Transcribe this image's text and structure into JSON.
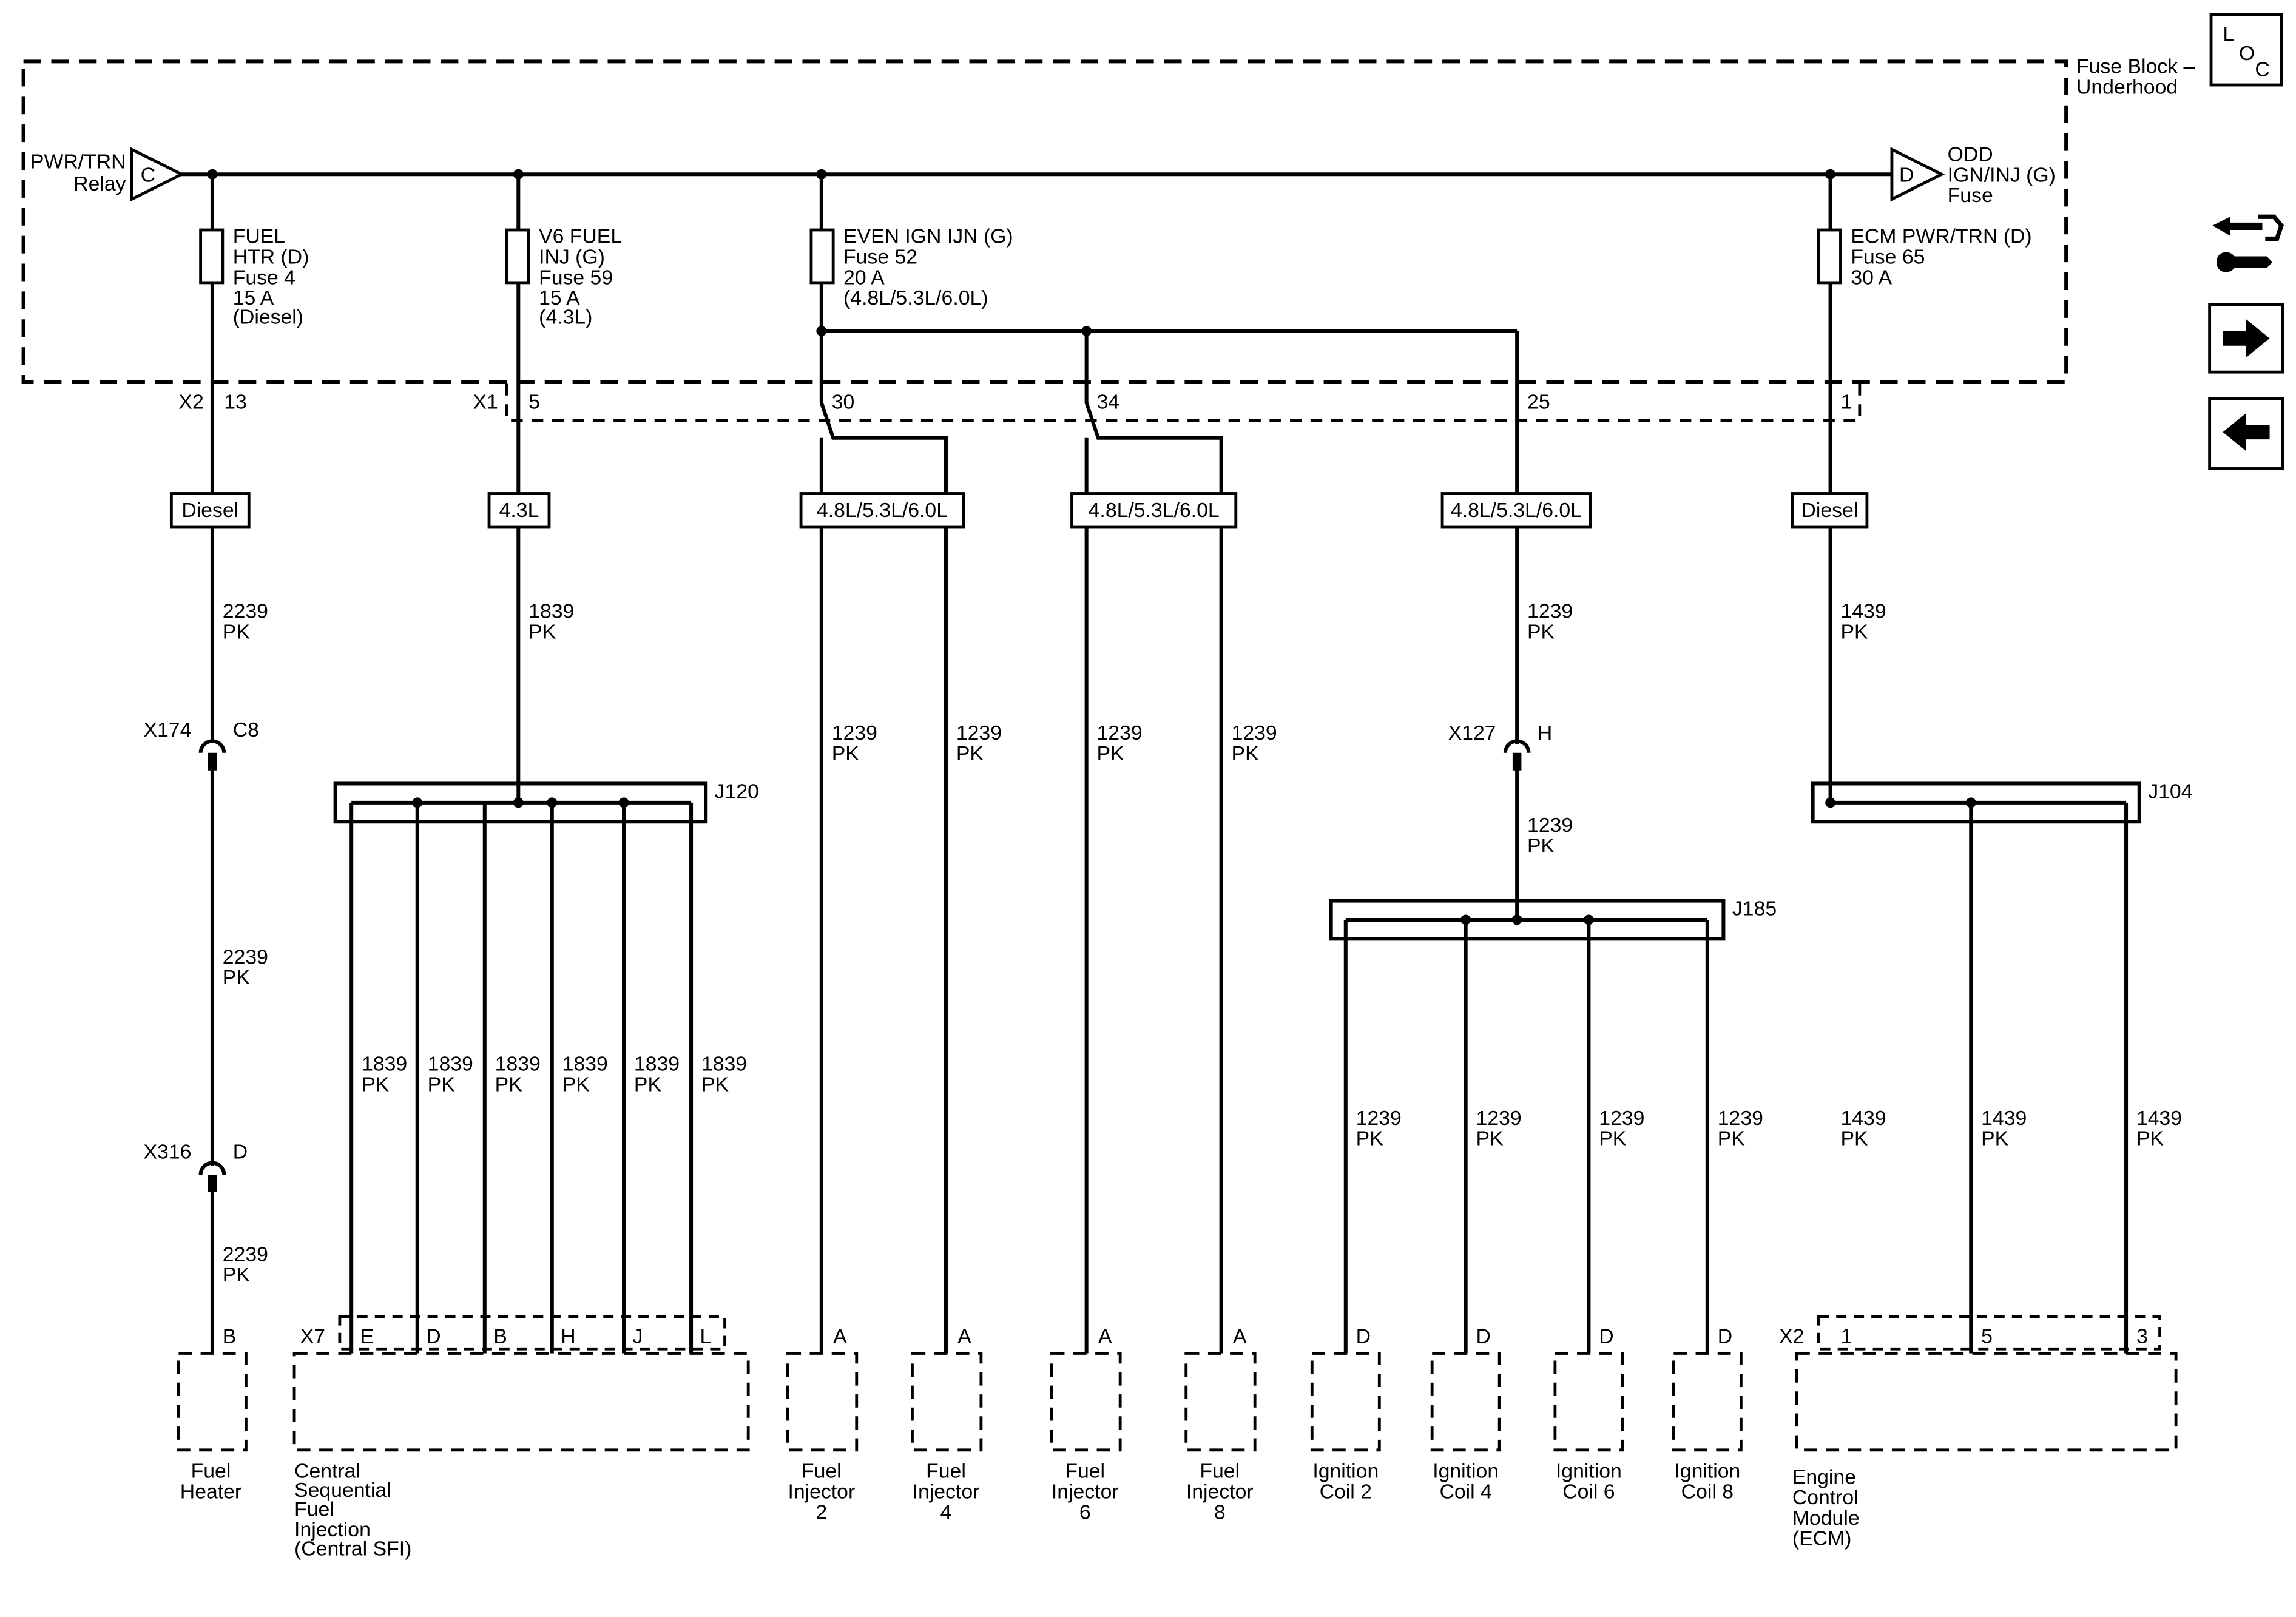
{
  "fuse_block": {
    "label_line1": "Fuse Block –",
    "label_line2": "Underhood"
  },
  "loc_icon": {
    "line1": "L",
    "line2": "O",
    "line3": "C"
  },
  "side_buttons": {
    "tool": "tool-icon",
    "forward": "arrow-right-icon",
    "back": "arrow-left-icon"
  },
  "relay_in": {
    "letter": "C",
    "label_line1": "PWR/TRN",
    "label_line2": "Relay"
  },
  "relay_out": {
    "letter": "D",
    "label_line1": "ODD",
    "label_line2": "IGN/INJ (G)",
    "label_line3": "Fuse"
  },
  "fuses": {
    "f4": {
      "l1": "FUEL",
      "l2": "HTR (D)",
      "l3": "Fuse 4",
      "l4": "15 A",
      "l5": "(Diesel)"
    },
    "f59": {
      "l1": "V6 FUEL",
      "l2": "INJ (G)",
      "l3": "Fuse 59",
      "l4": "15 A",
      "l5": "(4.3L)"
    },
    "f52": {
      "l1": "EVEN IGN IJN (G)",
      "l2": "Fuse 52",
      "l3": "20 A",
      "l4": "(4.8L/5.3L/6.0L)"
    },
    "f65": {
      "l1": "ECM PWR/TRN (D)",
      "l2": "Fuse 65",
      "l3": "30 A"
    }
  },
  "connectors": {
    "x2": "X2",
    "x2_pin": "13",
    "x1": "X1",
    "x1_pin5": "5",
    "x1_pin30": "30",
    "x1_pin34": "34",
    "x1_pin25": "25",
    "x1_pin1": "1",
    "x174": "X174",
    "x174_pin": "C8",
    "x316": "X316",
    "x316_pin": "D",
    "x127": "X127",
    "x127_pin": "H",
    "x7": "X7",
    "x2_ecm": "X2"
  },
  "option_boxes": {
    "diesel_left": "Diesel",
    "v6": "4.3L",
    "v8_a": "4.8L/5.3L/6.0L",
    "v8_b": "4.8L/5.3L/6.0L",
    "v8_c": "4.8L/5.3L/6.0L",
    "diesel_right": "Diesel"
  },
  "splices": {
    "j120": "J120",
    "j185": "J185",
    "j104": "J104"
  },
  "wires": {
    "w2239": {
      "num": "2239",
      "color": "PK"
    },
    "w1839": {
      "num": "1839",
      "color": "PK"
    },
    "w1239": {
      "num": "1239",
      "color": "PK"
    },
    "w1439": {
      "num": "1439",
      "color": "PK"
    }
  },
  "pins": {
    "heater": "B",
    "sfi": [
      "E",
      "D",
      "B",
      "H",
      "J",
      "L"
    ],
    "inj2": "A",
    "inj4": "A",
    "inj6": "A",
    "inj8": "A",
    "coil2": "D",
    "coil4": "D",
    "coil6": "D",
    "coil8": "D",
    "ecm": [
      "1",
      "5",
      "3"
    ]
  },
  "components": {
    "heater": {
      "l1": "Fuel",
      "l2": "Heater"
    },
    "sfi": {
      "l1": "Central",
      "l2": "Sequential",
      "l3": "Fuel",
      "l4": "Injection",
      "l5": "(Central SFI)"
    },
    "inj2": {
      "l1": "Fuel",
      "l2": "Injector",
      "l3": "2"
    },
    "inj4": {
      "l1": "Fuel",
      "l2": "Injector",
      "l3": "4"
    },
    "inj6": {
      "l1": "Fuel",
      "l2": "Injector",
      "l3": "6"
    },
    "inj8": {
      "l1": "Fuel",
      "l2": "Injector",
      "l3": "8"
    },
    "coil2": {
      "l1": "Ignition",
      "l2": "Coil 2"
    },
    "coil4": {
      "l1": "Ignition",
      "l2": "Coil 4"
    },
    "coil6": {
      "l1": "Ignition",
      "l2": "Coil 6"
    },
    "coil8": {
      "l1": "Ignition",
      "l2": "Coil 8"
    },
    "ecm": {
      "l1": "Engine",
      "l2": "Control",
      "l3": "Module",
      "l4": "(ECM)"
    }
  }
}
